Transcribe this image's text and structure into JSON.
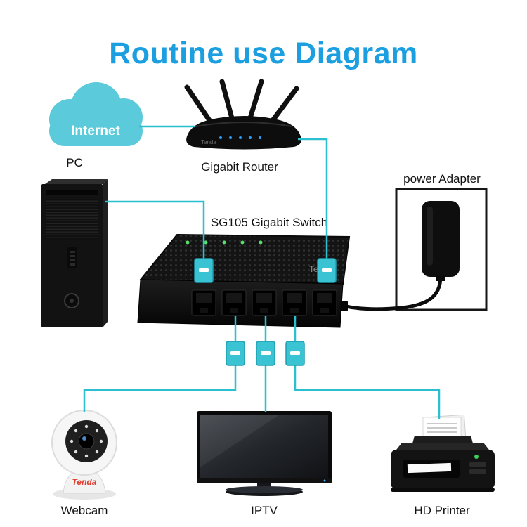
{
  "title": "Routine use Diagram",
  "colors": {
    "title_blue": "#1b9fe0",
    "cloud_teal": "#5bcada",
    "wire_cyan": "#2bbfd0",
    "connector_teal": "#3ac3d3",
    "switch_led_green": "#57e06a",
    "router_led_blue": "#2f9df5",
    "brand_red": "#e0392e"
  },
  "nodes": {
    "internet": {
      "label": "Internet"
    },
    "router": {
      "label": "Gigabit Router",
      "brand": "Tenda"
    },
    "pc": {
      "label": "PC"
    },
    "power_adapter": {
      "label": "power Adapter"
    },
    "switch": {
      "label": "SG105 Gigabit Switch",
      "brand": "Tenda"
    },
    "webcam": {
      "label": "Webcam",
      "brand": "Tenda"
    },
    "iptv": {
      "label": "IPTV"
    },
    "printer": {
      "label": "HD Printer"
    }
  }
}
